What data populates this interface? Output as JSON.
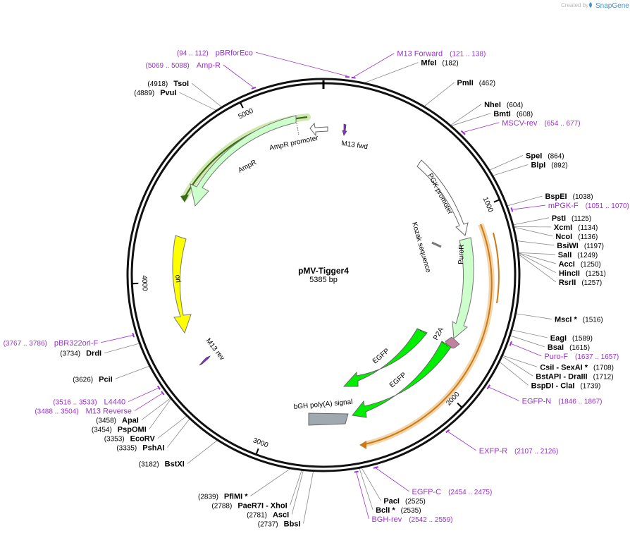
{
  "credit": {
    "prefix": "Created by",
    "brand": "SnapGene"
  },
  "plasmid": {
    "name": "pMV-Tigger4",
    "length": "5385 bp",
    "total_bp": 5385
  },
  "ticks": [
    {
      "label": "1000",
      "bp": 1000
    },
    {
      "label": "2000",
      "bp": 2000
    },
    {
      "label": "3000",
      "bp": 3000
    },
    {
      "label": "4000",
      "bp": 4000
    },
    {
      "label": "5000",
      "bp": 5000
    }
  ],
  "enzymes": [
    {
      "name": "MfeI",
      "pos": "(182)",
      "bp": 182,
      "side": "R"
    },
    {
      "name": "PmlI",
      "pos": "(462)",
      "bp": 462,
      "side": "R"
    },
    {
      "name": "NheI",
      "pos": "(604)",
      "bp": 604,
      "side": "R"
    },
    {
      "name": "BmtI",
      "pos": "(608)",
      "bp": 608,
      "side": "R"
    },
    {
      "name": "SpeI",
      "pos": "(864)",
      "bp": 864,
      "side": "R"
    },
    {
      "name": "BlpI",
      "pos": "(892)",
      "bp": 892,
      "side": "R"
    },
    {
      "name": "BspEI",
      "pos": "(1038)",
      "bp": 1038,
      "side": "R"
    },
    {
      "name": "PstI",
      "pos": "(1125)",
      "bp": 1125,
      "side": "R"
    },
    {
      "name": "XcmI",
      "pos": "(1134)",
      "bp": 1134,
      "side": "R"
    },
    {
      "name": "NcoI",
      "pos": "(1136)",
      "bp": 1136,
      "side": "R"
    },
    {
      "name": "BsiWI",
      "pos": "(1197)",
      "bp": 1197,
      "side": "R"
    },
    {
      "name": "SalI",
      "pos": "(1249)",
      "bp": 1249,
      "side": "R"
    },
    {
      "name": "AccI",
      "pos": "(1250)",
      "bp": 1250,
      "side": "R"
    },
    {
      "name": "HincII",
      "pos": "(1251)",
      "bp": 1251,
      "side": "R"
    },
    {
      "name": "RsrII",
      "pos": "(1257)",
      "bp": 1257,
      "side": "R"
    },
    {
      "name": "MscI *",
      "pos": "(1516)",
      "bp": 1516,
      "side": "R"
    },
    {
      "name": "EagI",
      "pos": "(1589)",
      "bp": 1589,
      "side": "R"
    },
    {
      "name": "BsaI",
      "pos": "(1615)",
      "bp": 1615,
      "side": "R"
    },
    {
      "name": "CsiI - SexAI *",
      "pos": "(1708)",
      "bp": 1708,
      "side": "R"
    },
    {
      "name": "BstAPI - DraIII",
      "pos": "(1712)",
      "bp": 1712,
      "side": "R"
    },
    {
      "name": "BspDI - ClaI",
      "pos": "(1739)",
      "bp": 1739,
      "side": "R"
    },
    {
      "name": "PacI",
      "pos": "(2525)",
      "bp": 2525,
      "side": "R"
    },
    {
      "name": "BclI *",
      "pos": "(2535)",
      "bp": 2535,
      "side": "R"
    },
    {
      "name": "BbsI",
      "pos": "(2737)",
      "bp": 2737,
      "side": "L"
    },
    {
      "name": "AscI",
      "pos": "(2781)",
      "bp": 2781,
      "side": "L"
    },
    {
      "name": "PaeR7I - XhoI",
      "pos": "(2788)",
      "bp": 2788,
      "side": "L"
    },
    {
      "name": "PflMI *",
      "pos": "(2839)",
      "bp": 2839,
      "side": "L"
    },
    {
      "name": "BstXI",
      "pos": "(3182)",
      "bp": 3182,
      "side": "L"
    },
    {
      "name": "PshAI",
      "pos": "(3335)",
      "bp": 3335,
      "side": "L"
    },
    {
      "name": "EcoRV",
      "pos": "(3353)",
      "bp": 3353,
      "side": "L"
    },
    {
      "name": "PspOMI",
      "pos": "(3454)",
      "bp": 3454,
      "side": "L"
    },
    {
      "name": "ApaI",
      "pos": "(3458)",
      "bp": 3458,
      "side": "L"
    },
    {
      "name": "PciI",
      "pos": "(3626)",
      "bp": 3626,
      "side": "L"
    },
    {
      "name": "DrdI",
      "pos": "(3734)",
      "bp": 3734,
      "side": "L"
    },
    {
      "name": "PvuI",
      "pos": "(4889)",
      "bp": 4889,
      "side": "L"
    },
    {
      "name": "TsoI",
      "pos": "(4918)",
      "bp": 4918,
      "side": "L"
    }
  ],
  "primers": [
    {
      "name": "pBRforEco",
      "range": "(94 .. 112)",
      "start": 94,
      "end": 112,
      "side": "L"
    },
    {
      "name": "M13 Forward",
      "range": "(121 .. 138)",
      "start": 121,
      "end": 138,
      "side": "R"
    },
    {
      "name": "MSCV-rev",
      "range": "(654 .. 677)",
      "start": 654,
      "end": 677,
      "side": "R"
    },
    {
      "name": "mPGK-F",
      "range": "(1051 .. 1070)",
      "start": 1051,
      "end": 1070,
      "side": "R"
    },
    {
      "name": "Puro-F",
      "range": "(1637 .. 1657)",
      "start": 1637,
      "end": 1657,
      "side": "R"
    },
    {
      "name": "EGFP-N",
      "range": "(1846 .. 1867)",
      "start": 1846,
      "end": 1867,
      "side": "R"
    },
    {
      "name": "EXFP-R",
      "range": "(2107 .. 2126)",
      "start": 2107,
      "end": 2126,
      "side": "R"
    },
    {
      "name": "EGFP-C",
      "range": "(2454 .. 2475)",
      "start": 2454,
      "end": 2475,
      "side": "R"
    },
    {
      "name": "BGH-rev",
      "range": "(2542 .. 2559)",
      "start": 2542,
      "end": 2559,
      "side": "R"
    },
    {
      "name": "M13 Reverse",
      "range": "(3488 .. 3504)",
      "start": 3488,
      "end": 3504,
      "side": "L"
    },
    {
      "name": "L4440",
      "range": "(3516 .. 3533)",
      "start": 3516,
      "end": 3533,
      "side": "L"
    },
    {
      "name": "pBR322ori-F",
      "range": "(3767 .. 3786)",
      "start": 3767,
      "end": 3786,
      "side": "L"
    },
    {
      "name": "Amp-R",
      "range": "(5069 .. 5088)",
      "start": 5069,
      "end": 5088,
      "side": "L"
    }
  ],
  "features": [
    {
      "name": "M13 fwd",
      "color": "#8a2be2"
    },
    {
      "name": "AmpR promoter",
      "color": "#ffffff"
    },
    {
      "name": "AmpR",
      "color": "#ccffcc"
    },
    {
      "name": "ori",
      "color": "#ffff00"
    },
    {
      "name": "M13 rev",
      "color": "#8a2be2"
    },
    {
      "name": "PGK promoter",
      "color": "#ffffff"
    },
    {
      "name": "Kozak sequence",
      "color": "#808080"
    },
    {
      "name": "PuroR",
      "color": "#ccffcc"
    },
    {
      "name": "P2A",
      "color": "#c080a0"
    },
    {
      "name": "EGFP",
      "color": "#00ee00"
    },
    {
      "name": "EGFP",
      "color": "#00ee00"
    },
    {
      "name": "bGH poly(A) signal",
      "color": "#a0a8b0"
    }
  ],
  "colors": {
    "primer": "#9b30d0",
    "orf_highlight": "#f5b25a",
    "selected": "#5a8a2a"
  }
}
